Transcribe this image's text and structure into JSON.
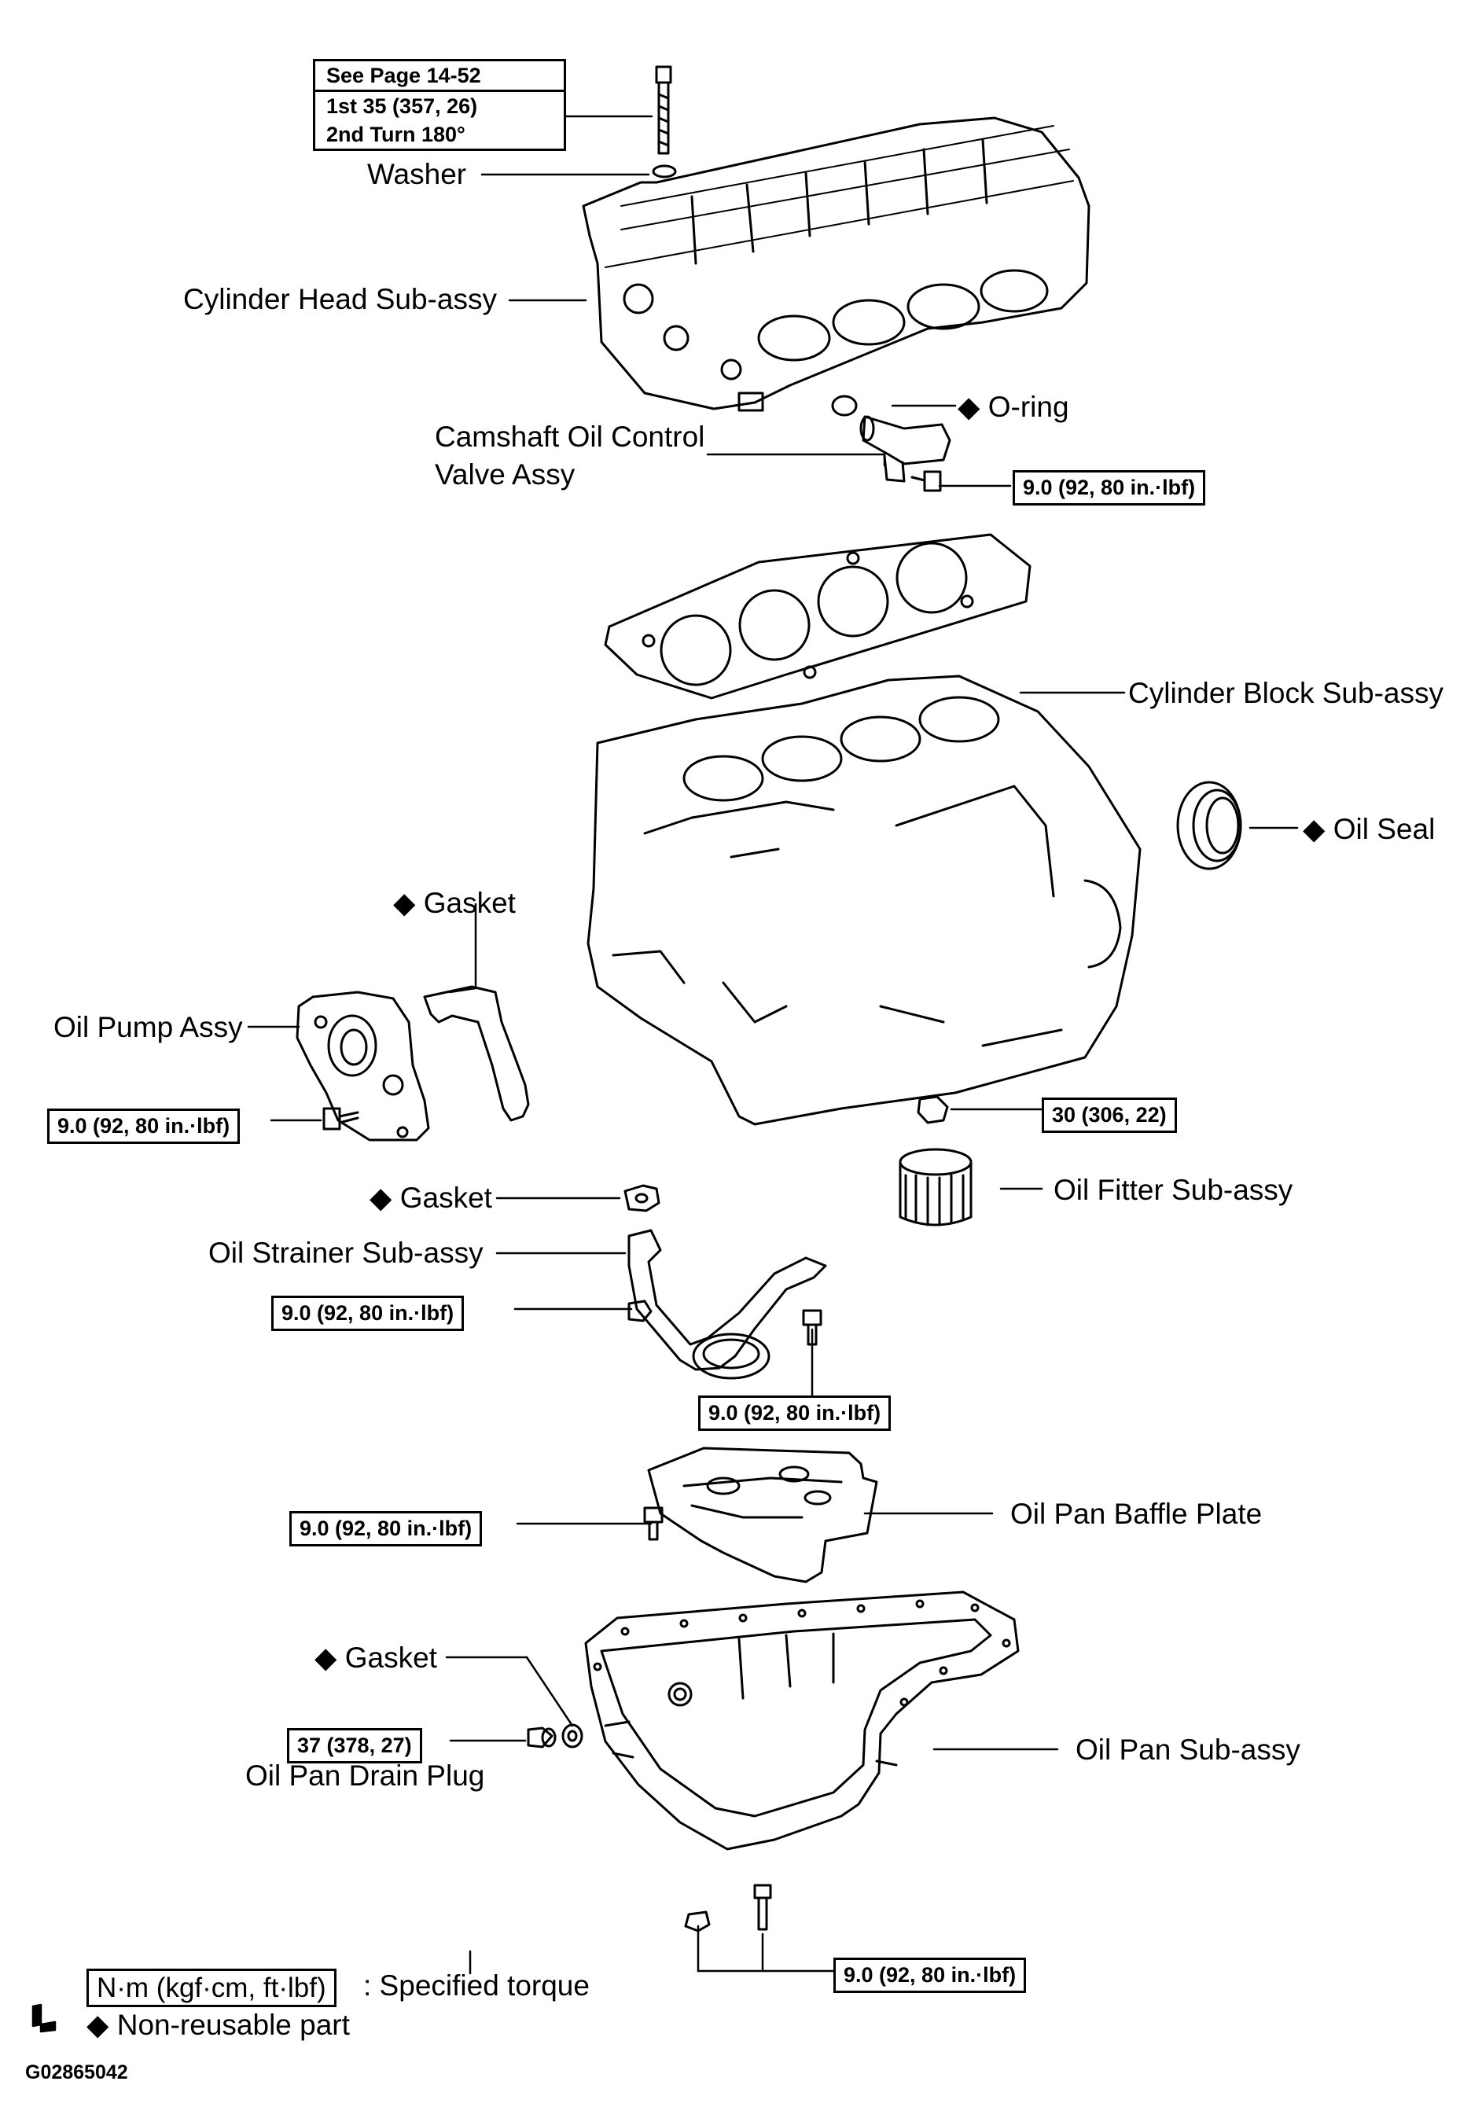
{
  "torque_boxes": {
    "head_bolt": {
      "line1": "See Page 14-52",
      "line2": "1st 35 (357, 26)",
      "line3": "2nd Turn 180°"
    },
    "ocv_bolt": "9.0 (92, 80 in.·lbf)",
    "oil_pump_bolt": "9.0 (92, 80 in.·lbf)",
    "union_bolt": "30 (306, 22)",
    "strainer_nut": "9.0 (92, 80 in.·lbf)",
    "strainer_bolt": "9.0 (92, 80 in.·lbf)",
    "baffle_bolt": "9.0 (92, 80 in.·lbf)",
    "drain_plug": "37 (378, 27)",
    "oil_pan_bolt": "9.0 (92, 80 in.·lbf)"
  },
  "labels": {
    "washer": "Washer",
    "cylinder_head": "Cylinder Head Sub-assy",
    "o_ring": "◆ O-ring",
    "ocv_line1": "Camshaft Oil Control",
    "ocv_line2": "Valve Assy",
    "cylinder_block": "Cylinder Block Sub-assy",
    "oil_seal": "◆ Oil Seal",
    "gasket_pump": "◆ Gasket",
    "oil_pump": "Oil Pump Assy",
    "oil_filter": "Oil Fitter Sub-assy",
    "gasket_strainer": "◆ Gasket",
    "oil_strainer": "Oil Strainer Sub-assy",
    "baffle_plate": "Oil Pan Baffle Plate",
    "gasket_drain": "◆ Gasket",
    "drain_plug": "Oil Pan Drain Plug",
    "oil_pan": "Oil Pan Sub-assy"
  },
  "legend": {
    "torque_unit": "N·m (kgf·cm, ft·lbf)",
    "torque_desc": ": Specified torque",
    "nonreusable": "◆ Non-reusable part"
  },
  "figure_code": "G02865042"
}
